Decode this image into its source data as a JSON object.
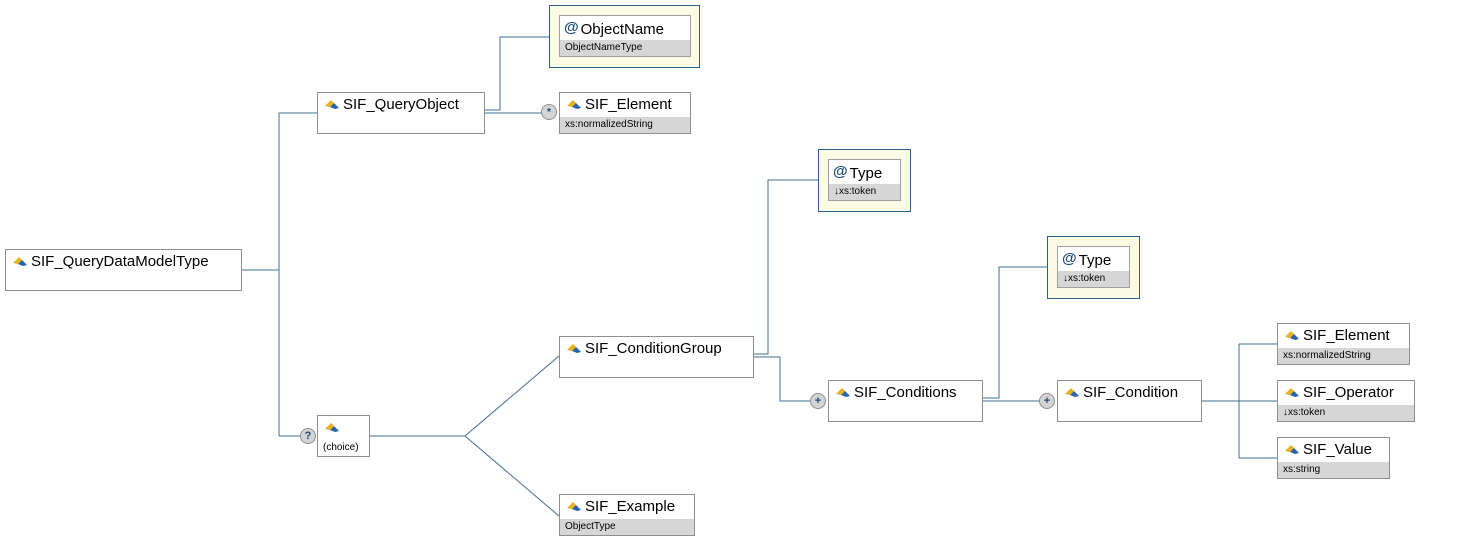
{
  "nodes": {
    "root": {
      "name": "SIF_QueryDataModelType"
    },
    "query_object": {
      "name": "SIF_QueryObject"
    },
    "object_name": {
      "name": "ObjectName",
      "type": "ObjectNameType"
    },
    "element_top": {
      "name": "SIF_Element",
      "type": "xs:normalizedString"
    },
    "choice": {
      "label": "(choice)"
    },
    "condition_group": {
      "name": "SIF_ConditionGroup"
    },
    "cg_type": {
      "name": "Type",
      "type": "↓xs:token"
    },
    "conditions": {
      "name": "SIF_Conditions"
    },
    "conds_type": {
      "name": "Type",
      "type": "↓xs:token"
    },
    "condition": {
      "name": "SIF_Condition"
    },
    "cond_element": {
      "name": "SIF_Element",
      "type": "xs:normalizedString"
    },
    "cond_operator": {
      "name": "SIF_Operator",
      "type": "↓xs:token"
    },
    "cond_value": {
      "name": "SIF_Value",
      "type": "xs:string"
    },
    "example": {
      "name": "SIF_Example",
      "type": "ObjectType"
    }
  },
  "markers": {
    "star": "*",
    "optional": "?",
    "plus": "+"
  },
  "colors": {
    "line": "#3f6f94",
    "node_border": "#8f8f8f",
    "type_band": "#d6d6d6",
    "attr_bg": "#fbfbe6",
    "attr_border": "#2b5f86",
    "icon_yellow": "#e8b21a",
    "icon_blue": "#2b64a8"
  },
  "icons": {
    "element": "element-icon",
    "attribute": "attribute-icon"
  }
}
